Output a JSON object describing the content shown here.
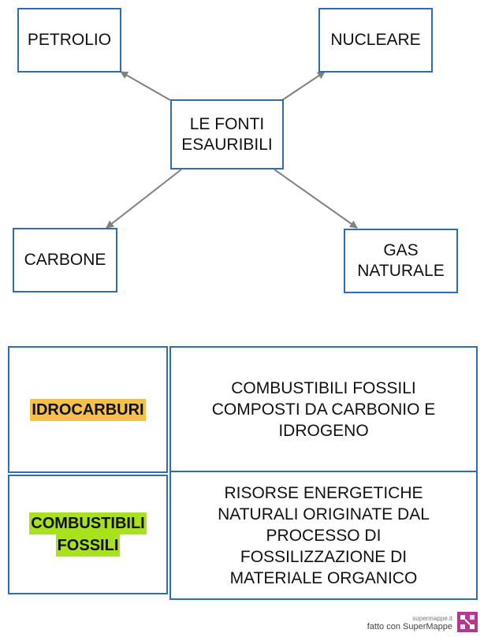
{
  "map": {
    "center": {
      "line1": "LE FONTI",
      "line2": "ESAURIBILI"
    },
    "petrolio": "PETROLIO",
    "nucleare": "NUCLEARE",
    "carbone": "CARBONE",
    "gas": {
      "line1": "GAS",
      "line2": "NATURALE"
    }
  },
  "table": {
    "rows": [
      {
        "term": "IDROCARBURI",
        "highlight": "#f7c04a",
        "definition": [
          "COMBUSTIBILI FOSSILI",
          "COMPOSTI DA CARBONIO E",
          "IDROGENO"
        ]
      },
      {
        "term_line1": "COMBUSTIBILI",
        "term_line2": "FOSSILI",
        "highlight": "#a8e21c",
        "definition": [
          "RISORSE ENERGETICHE",
          "NATURALI ORIGINATE DAL",
          "PROCESSO DI",
          "FOSSILIZZAZIONE DI",
          "MATERIALE ORGANICO"
        ]
      }
    ]
  },
  "footer": {
    "site": "supermappe.it",
    "credit": "fatto con SuperMappe"
  },
  "colors": {
    "border": "#2e6db4",
    "arrow": "#808080",
    "logo": "#b3398f"
  },
  "icons": {
    "logo": "supermappe-logo-icon"
  }
}
